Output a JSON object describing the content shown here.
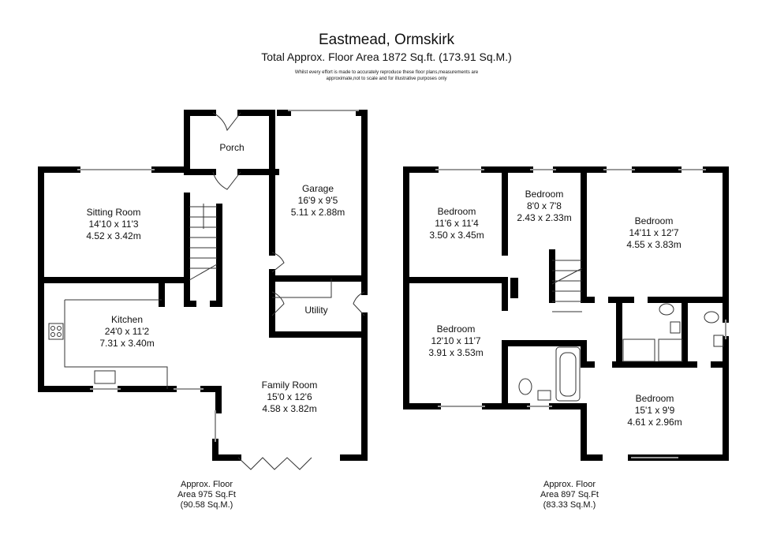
{
  "header": {
    "title": "Eastmead, Ormskirk",
    "subtitle": "Total Approx. Floor Area 1872 Sq.ft. (173.91 Sq.M.)",
    "disclaimer_1": "Whilst every effort is made to accurately reproduce these floor plans,measurements are",
    "disclaimer_2": "approximate,not to scale and for illustrative purposes only"
  },
  "ground_floor": {
    "rooms": [
      {
        "name": "Porch",
        "imperial": "",
        "metric": ""
      },
      {
        "name": "Garage",
        "imperial": "16'9 x 9'5",
        "metric": "5.11 x 2.88m"
      },
      {
        "name": "Sitting Room",
        "imperial": "14'10 x 11'3",
        "metric": "4.52 x 3.42m"
      },
      {
        "name": "Kitchen",
        "imperial": "24'0 x 11'2",
        "metric": "7.31 x 3.40m"
      },
      {
        "name": "Utility",
        "imperial": "",
        "metric": ""
      },
      {
        "name": "Family Room",
        "imperial": "15'0 x 12'6",
        "metric": "4.58 x 3.82m"
      }
    ],
    "area": {
      "line1": "Approx. Floor",
      "line2": "Area 975 Sq.Ft",
      "line3": "(90.58 Sq.M.)"
    }
  },
  "first_floor": {
    "rooms": [
      {
        "name": "Bedroom",
        "imperial": "11'6 x 11'4",
        "metric": "3.50 x 3.45m"
      },
      {
        "name": "Bedroom",
        "imperial": "8'0 x 7'8",
        "metric": "2.43 x 2.33m"
      },
      {
        "name": "Bedroom",
        "imperial": "14'11 x 12'7",
        "metric": "4.55 x 3.83m"
      },
      {
        "name": "Bedroom",
        "imperial": "12'10 x 11'7",
        "metric": "3.91 x 3.53m"
      },
      {
        "name": "Bedroom",
        "imperial": "15'1 x 9'9",
        "metric": "4.61 x 2.96m"
      }
    ],
    "area": {
      "line1": "Approx. Floor",
      "line2": "Area 897 Sq.Ft",
      "line3": "(83.33 Sq.M.)"
    }
  },
  "colors": {
    "wall": "#000000",
    "fixture": "#555555"
  }
}
